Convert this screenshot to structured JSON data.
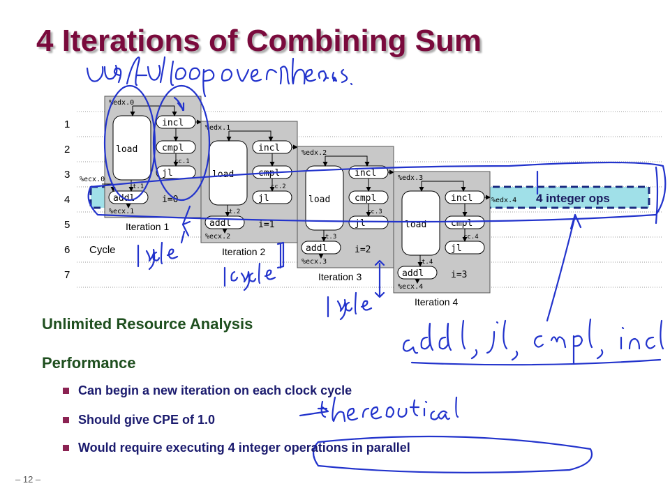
{
  "title": "4 Iterations of Combining Sum",
  "cycle_label": "Cycle",
  "cycle_numbers": [
    "1",
    "2",
    "3",
    "4",
    "5",
    "6",
    "7"
  ],
  "highlight_label": "4 integer ops",
  "iterations": [
    {
      "label": "Iteration 1",
      "reg_in": "%edx.0",
      "reg_out": "%edx.1",
      "ecx_in": "%ecx.0",
      "ecx_out": "%ecx.1",
      "cc": "cc.1",
      "t": "t.1",
      "i": "i=0",
      "ops": [
        "load",
        "incl",
        "cmpl",
        "jl",
        "addl"
      ]
    },
    {
      "label": "Iteration 2",
      "reg_in": "%edx.1",
      "reg_out": "%edx.2",
      "ecx_in": "",
      "ecx_out": "%ecx.2",
      "cc": "cc.2",
      "t": "t.2",
      "i": "i=1",
      "ops": [
        "load",
        "incl",
        "cmpl",
        "jl",
        "addl"
      ]
    },
    {
      "label": "Iteration 3",
      "reg_in": "%edx.2",
      "reg_out": "%edx.3",
      "ecx_in": "",
      "ecx_out": "%ecx.3",
      "cc": "cc.3",
      "t": "t.3",
      "i": "i=2",
      "ops": [
        "load",
        "incl",
        "cmpl",
        "jl",
        "addl"
      ]
    },
    {
      "label": "Iteration 4",
      "reg_in": "%edx.3",
      "reg_out": "%edx.4",
      "ecx_in": "",
      "ecx_out": "%ecx.4",
      "cc": "cc.4",
      "t": "t.4",
      "i": "i=3",
      "ops": [
        "load",
        "incl",
        "cmpl",
        "jl",
        "addl"
      ]
    }
  ],
  "section1": "Unlimited Resource Analysis",
  "section2": "Performance",
  "bullets": [
    "Can begin a new iteration on each clock cycle",
    "Should give CPE of 1.0",
    "Would require executing 4 integer operations in parallel"
  ],
  "page_number": "– 12 –",
  "annotations": {
    "top": "useful loop overheads .",
    "cycle1": "1 cycle",
    "cycle2": "1 cycle",
    "cycle3": "1 cycle",
    "ops": "addl , jl, cmpl, incl",
    "theoretical": "theoretical"
  },
  "colors": {
    "title": "#7a0a3c",
    "ink": "#2233cc",
    "highlight": "#a0e0e8",
    "box": "#c8c8c8",
    "heading": "#1f4f1f",
    "bullet_text": "#1b1b6e"
  }
}
